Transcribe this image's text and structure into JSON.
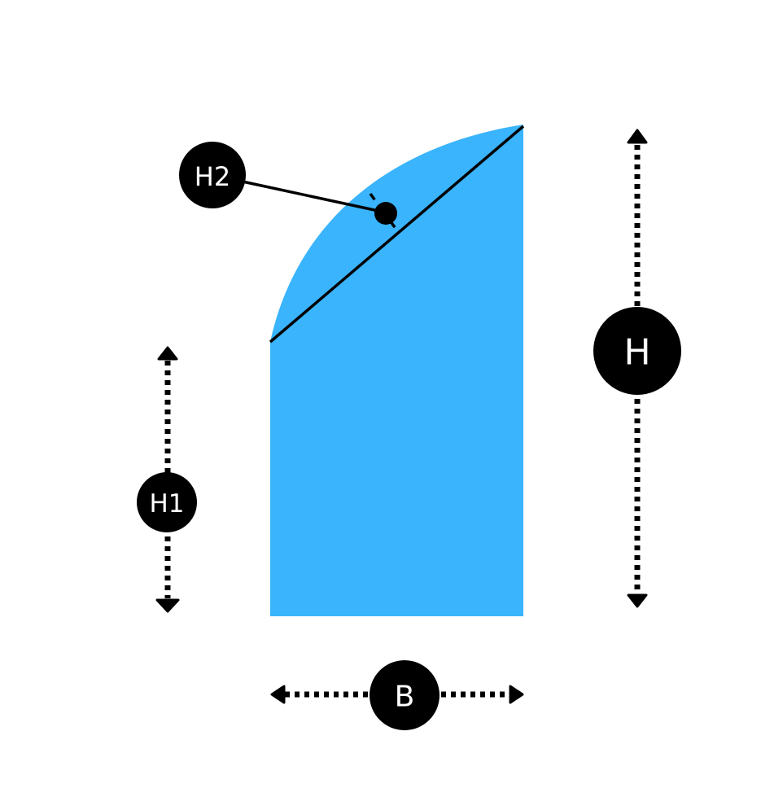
{
  "diagram": {
    "shape_color": "#3AB4FC",
    "line_color": "#000000",
    "label_fill": "#000000",
    "label_text_color": "#FFFFFF",
    "labels": {
      "height_total": "H",
      "height_wall": "H1",
      "arc_rise": "H2",
      "base_width": "B"
    }
  }
}
